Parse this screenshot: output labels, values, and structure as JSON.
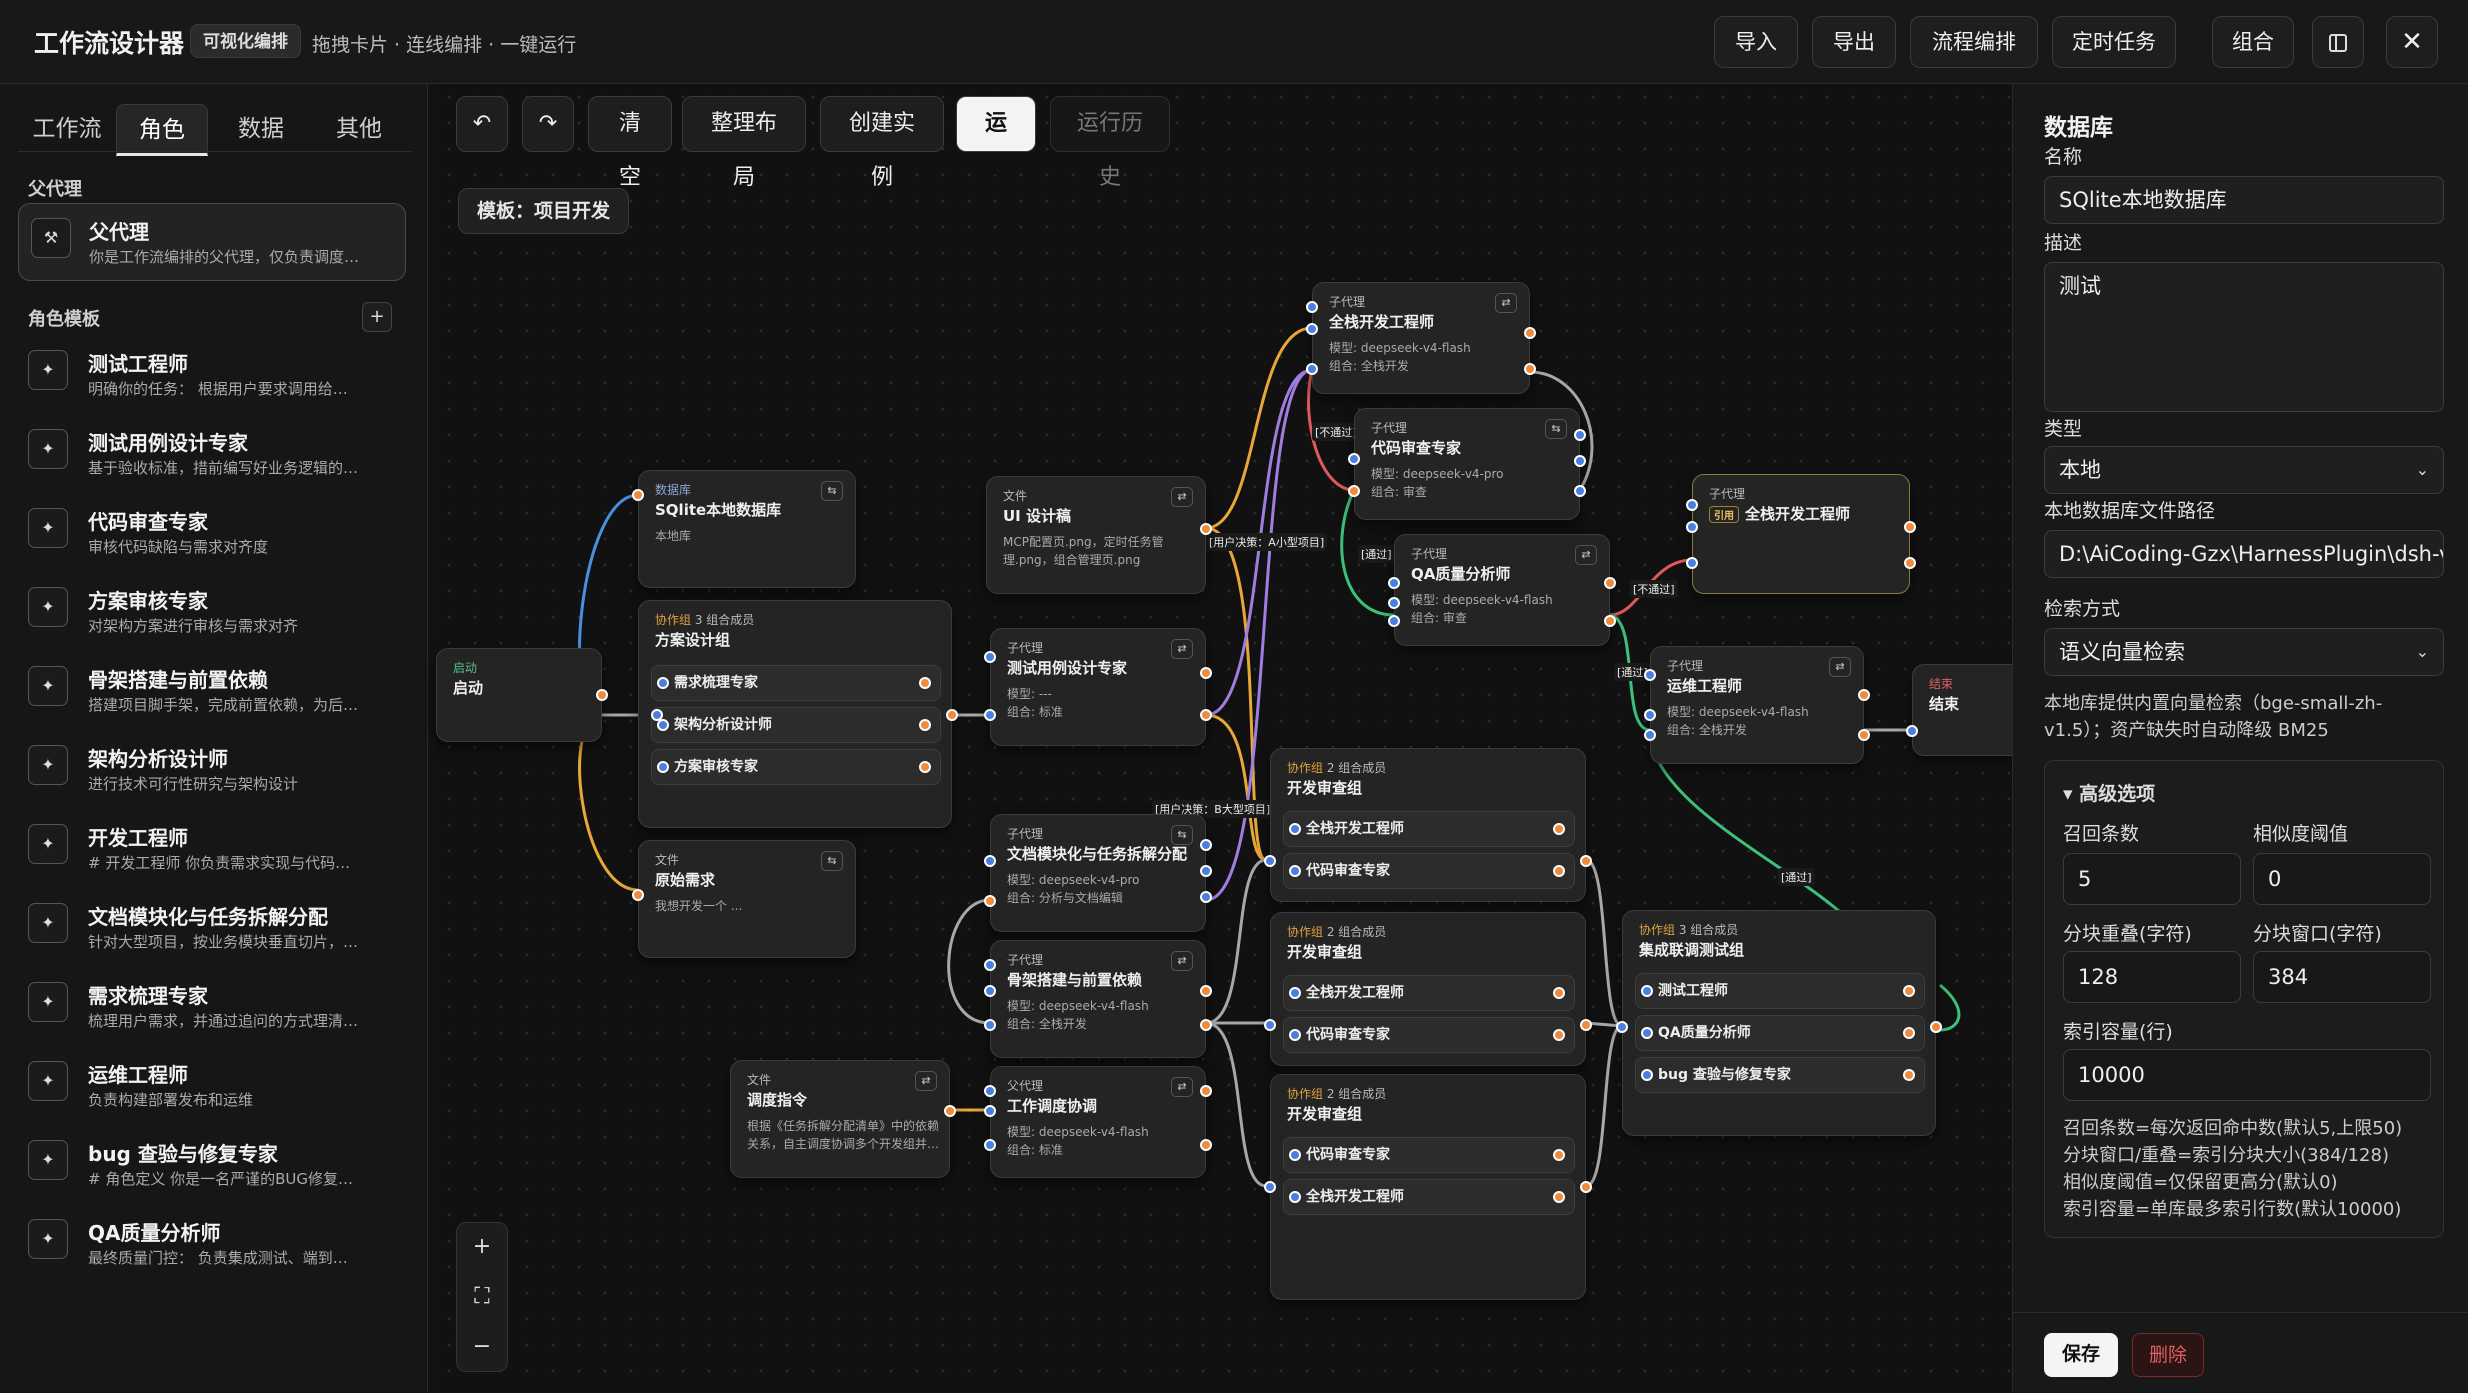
{
  "header": {
    "title": "工作流设计器",
    "badge": "可视化编排",
    "tagline": "拖拽卡片 · 连线编排 · 一键运行",
    "buttons": {
      "import": "导入",
      "export": "导出",
      "orchestrate": "流程编排",
      "scheduled": "定时任务",
      "combo": "组合"
    }
  },
  "left": {
    "tabs": [
      "工作流",
      "角色",
      "数据",
      "其他"
    ],
    "parent_section": "父代理",
    "parent": {
      "name": "父代理",
      "desc": "你是工作流编排的父代理，仅负责调度…"
    },
    "templates_section": "角色模板",
    "roles": [
      {
        "name": "测试工程师",
        "desc": "明确你的任务： 根据用户要求调用给…"
      },
      {
        "name": "测试用例设计专家",
        "desc": "基于验收标准，措前编写好业务逻辑的…"
      },
      {
        "name": "代码审查专家",
        "desc": "审核代码缺陷与需求对齐度"
      },
      {
        "name": "方案审核专家",
        "desc": "对架构方案进行审核与需求对齐"
      },
      {
        "name": "骨架搭建与前置依赖",
        "desc": "搭建项目脚手架，完成前置依赖，为后…"
      },
      {
        "name": "架构分析设计师",
        "desc": "进行技术可行性研究与架构设计"
      },
      {
        "name": "开发工程师",
        "desc": "# 开发工程师 你负责需求实现与代码…"
      },
      {
        "name": "文档模块化与任务拆解分配",
        "desc": "针对大型项目，按业务模块垂直切片，…"
      },
      {
        "name": "需求梳理专家",
        "desc": "梳理用户需求，并通过追问的方式理清…"
      },
      {
        "name": "运维工程师",
        "desc": "负责构建部署发布和运维"
      },
      {
        "name": "bug 查验与修复专家",
        "desc": "# 角色定义 你是一名严谨的BUG修复…"
      },
      {
        "name": "QA质量分析师",
        "desc": "最终质量门控： 负责集成测试、端到…"
      }
    ]
  },
  "toolbar": {
    "undo": "↶",
    "redo": "↷",
    "clear": "清空",
    "layout": "整理布局",
    "create": "创建实例",
    "run": "运行",
    "history": "运行历史"
  },
  "canvas": {
    "template_label": "模板：项目开发",
    "zoom": {
      "in": "+",
      "fit": "⛶",
      "out": "−"
    },
    "nodes": {
      "start": {
        "kind": "启动",
        "title": "启动"
      },
      "db": {
        "kind": "数据库",
        "title": "SQlite本地数据库",
        "line": "本地库"
      },
      "plan_group": {
        "kind": "协作组",
        "count": "3 组合成员",
        "title": "方案设计组",
        "members": [
          "需求梳理专家",
          "架构分析设计师",
          "方案审核专家"
        ]
      },
      "raw_req": {
        "kind": "文件",
        "title": "原始需求",
        "line": "我想开发一个 ..."
      },
      "ui_file": {
        "kind": "文件",
        "title": "UI 设计稿",
        "line1": "MCP配置页.png，定时任务管",
        "line2": "理.png，组合管理页.png"
      },
      "test_case": {
        "kind": "子代理",
        "title": "测试用例设计专家",
        "line1": "模型: ---",
        "line2": "组合: 标准"
      },
      "doc_split": {
        "kind": "子代理",
        "title": "文档模块化与任务拆解分配",
        "line1": "模型: deepseek-v4-pro",
        "line2": "组合: 分析与文档编辑"
      },
      "skeleton": {
        "kind": "子代理",
        "title": "骨架搭建与前置依赖",
        "line1": "模型: deepseek-v4-flash",
        "line2": "组合: 全栈开发"
      },
      "dispatch_file": {
        "kind": "文件",
        "title": "调度指令",
        "line1": "根据《任务拆解分配清单》中的依赖",
        "line2": "关系，自主调度协调多个开发组并…"
      },
      "coordinator": {
        "kind": "父代理",
        "title": "工作调度协调",
        "line1": "模型: deepseek-v4-flash",
        "line2": "组合: 标准"
      },
      "fullstack_top": {
        "kind": "子代理",
        "title": "全栈开发工程师",
        "line1": "模型: deepseek-v4-flash",
        "line2": "组合: 全栈开发"
      },
      "code_review": {
        "kind": "子代理",
        "title": "代码审查专家",
        "line1": "模型: deepseek-v4-pro",
        "line2": "组合: 审查"
      },
      "qa": {
        "kind": "子代理",
        "title": "QA质量分析师",
        "line1": "模型: deepseek-v4-flash",
        "line2": "组合: 审查"
      },
      "fullstack_ref": {
        "kind": "子代理",
        "pill": "引用",
        "title": "全栈开发工程师"
      },
      "ops": {
        "kind": "子代理",
        "title": "运维工程师",
        "line1": "模型: deepseek-v4-flash",
        "line2": "组合: 全栈开发"
      },
      "end": {
        "kind": "结束",
        "title": "结束"
      },
      "dev_group1": {
        "kind": "协作组",
        "count": "2 组合成员",
        "title": "开发审查组",
        "members": [
          "全栈开发工程师",
          "代码审查专家"
        ]
      },
      "dev_group2": {
        "kind": "协作组",
        "count": "2 组合成员",
        "title": "开发审查组",
        "members": [
          "全栈开发工程师",
          "代码审查专家"
        ]
      },
      "dev_group3": {
        "kind": "协作组",
        "count": "2 组合成员",
        "title": "开发审查组",
        "members": [
          "代码审查专家",
          "全栈开发工程师"
        ]
      },
      "int_group": {
        "kind": "协作组",
        "count": "3 组合成员",
        "title": "集成联调测试组",
        "members": [
          "测试工程师",
          "QA质量分析师",
          "bug 查验与修复专家"
        ]
      }
    },
    "edge_labels": {
      "fail1": "[不通过]",
      "user_small": "[用户决策：A小型项目]",
      "pass1": "[通过]",
      "fail2": "[不通过]",
      "pass2": "[通过]",
      "user_large": "[用户决策：B大型项目]",
      "pass3": "[通过]"
    },
    "edge_colors": {
      "blue": "#4a8fe0",
      "orange": "#e8a838",
      "purple": "#a07de0",
      "red": "#e05a5a",
      "green": "#3cc07a",
      "grey": "#a8a8a8"
    }
  },
  "panel": {
    "heading": "数据库",
    "name_label": "名称",
    "name_value": "SQlite本地数据库",
    "desc_label": "描述",
    "desc_value": "测试",
    "type_label": "类型",
    "type_value": "本地",
    "path_label": "本地数据库文件路径",
    "path_value": "D:\\AiCoding-Gzx\\HarnessPlugin\\dsh-vi:",
    "search_label": "检索方式",
    "search_value": "语义向量检索",
    "note1": "本地库提供内置向量检索（bge-small-zh-",
    "note2": "v1.5）；资产缺失时自动降级 BM25",
    "advanced": {
      "title": "▾ 高级选项",
      "recall_label": "召回条数",
      "recall_value": "5",
      "threshold_label": "相似度阈值",
      "threshold_value": "0",
      "overlap_label": "分块重叠(字符)",
      "overlap_value": "128",
      "window_label": "分块窗口(字符)",
      "window_value": "384",
      "capacity_label": "索引容量(行)",
      "capacity_value": "10000",
      "help1": "召回条数=每次返回命中数(默认5,上限50)",
      "help2": "分块窗口/重叠=索引分块大小(384/128)",
      "help3": "相似度阈值=仅保留更高分(默认0)",
      "help4": "索引容量=单库最多索引行数(默认10000)"
    },
    "save": "保存",
    "delete": "删除"
  }
}
